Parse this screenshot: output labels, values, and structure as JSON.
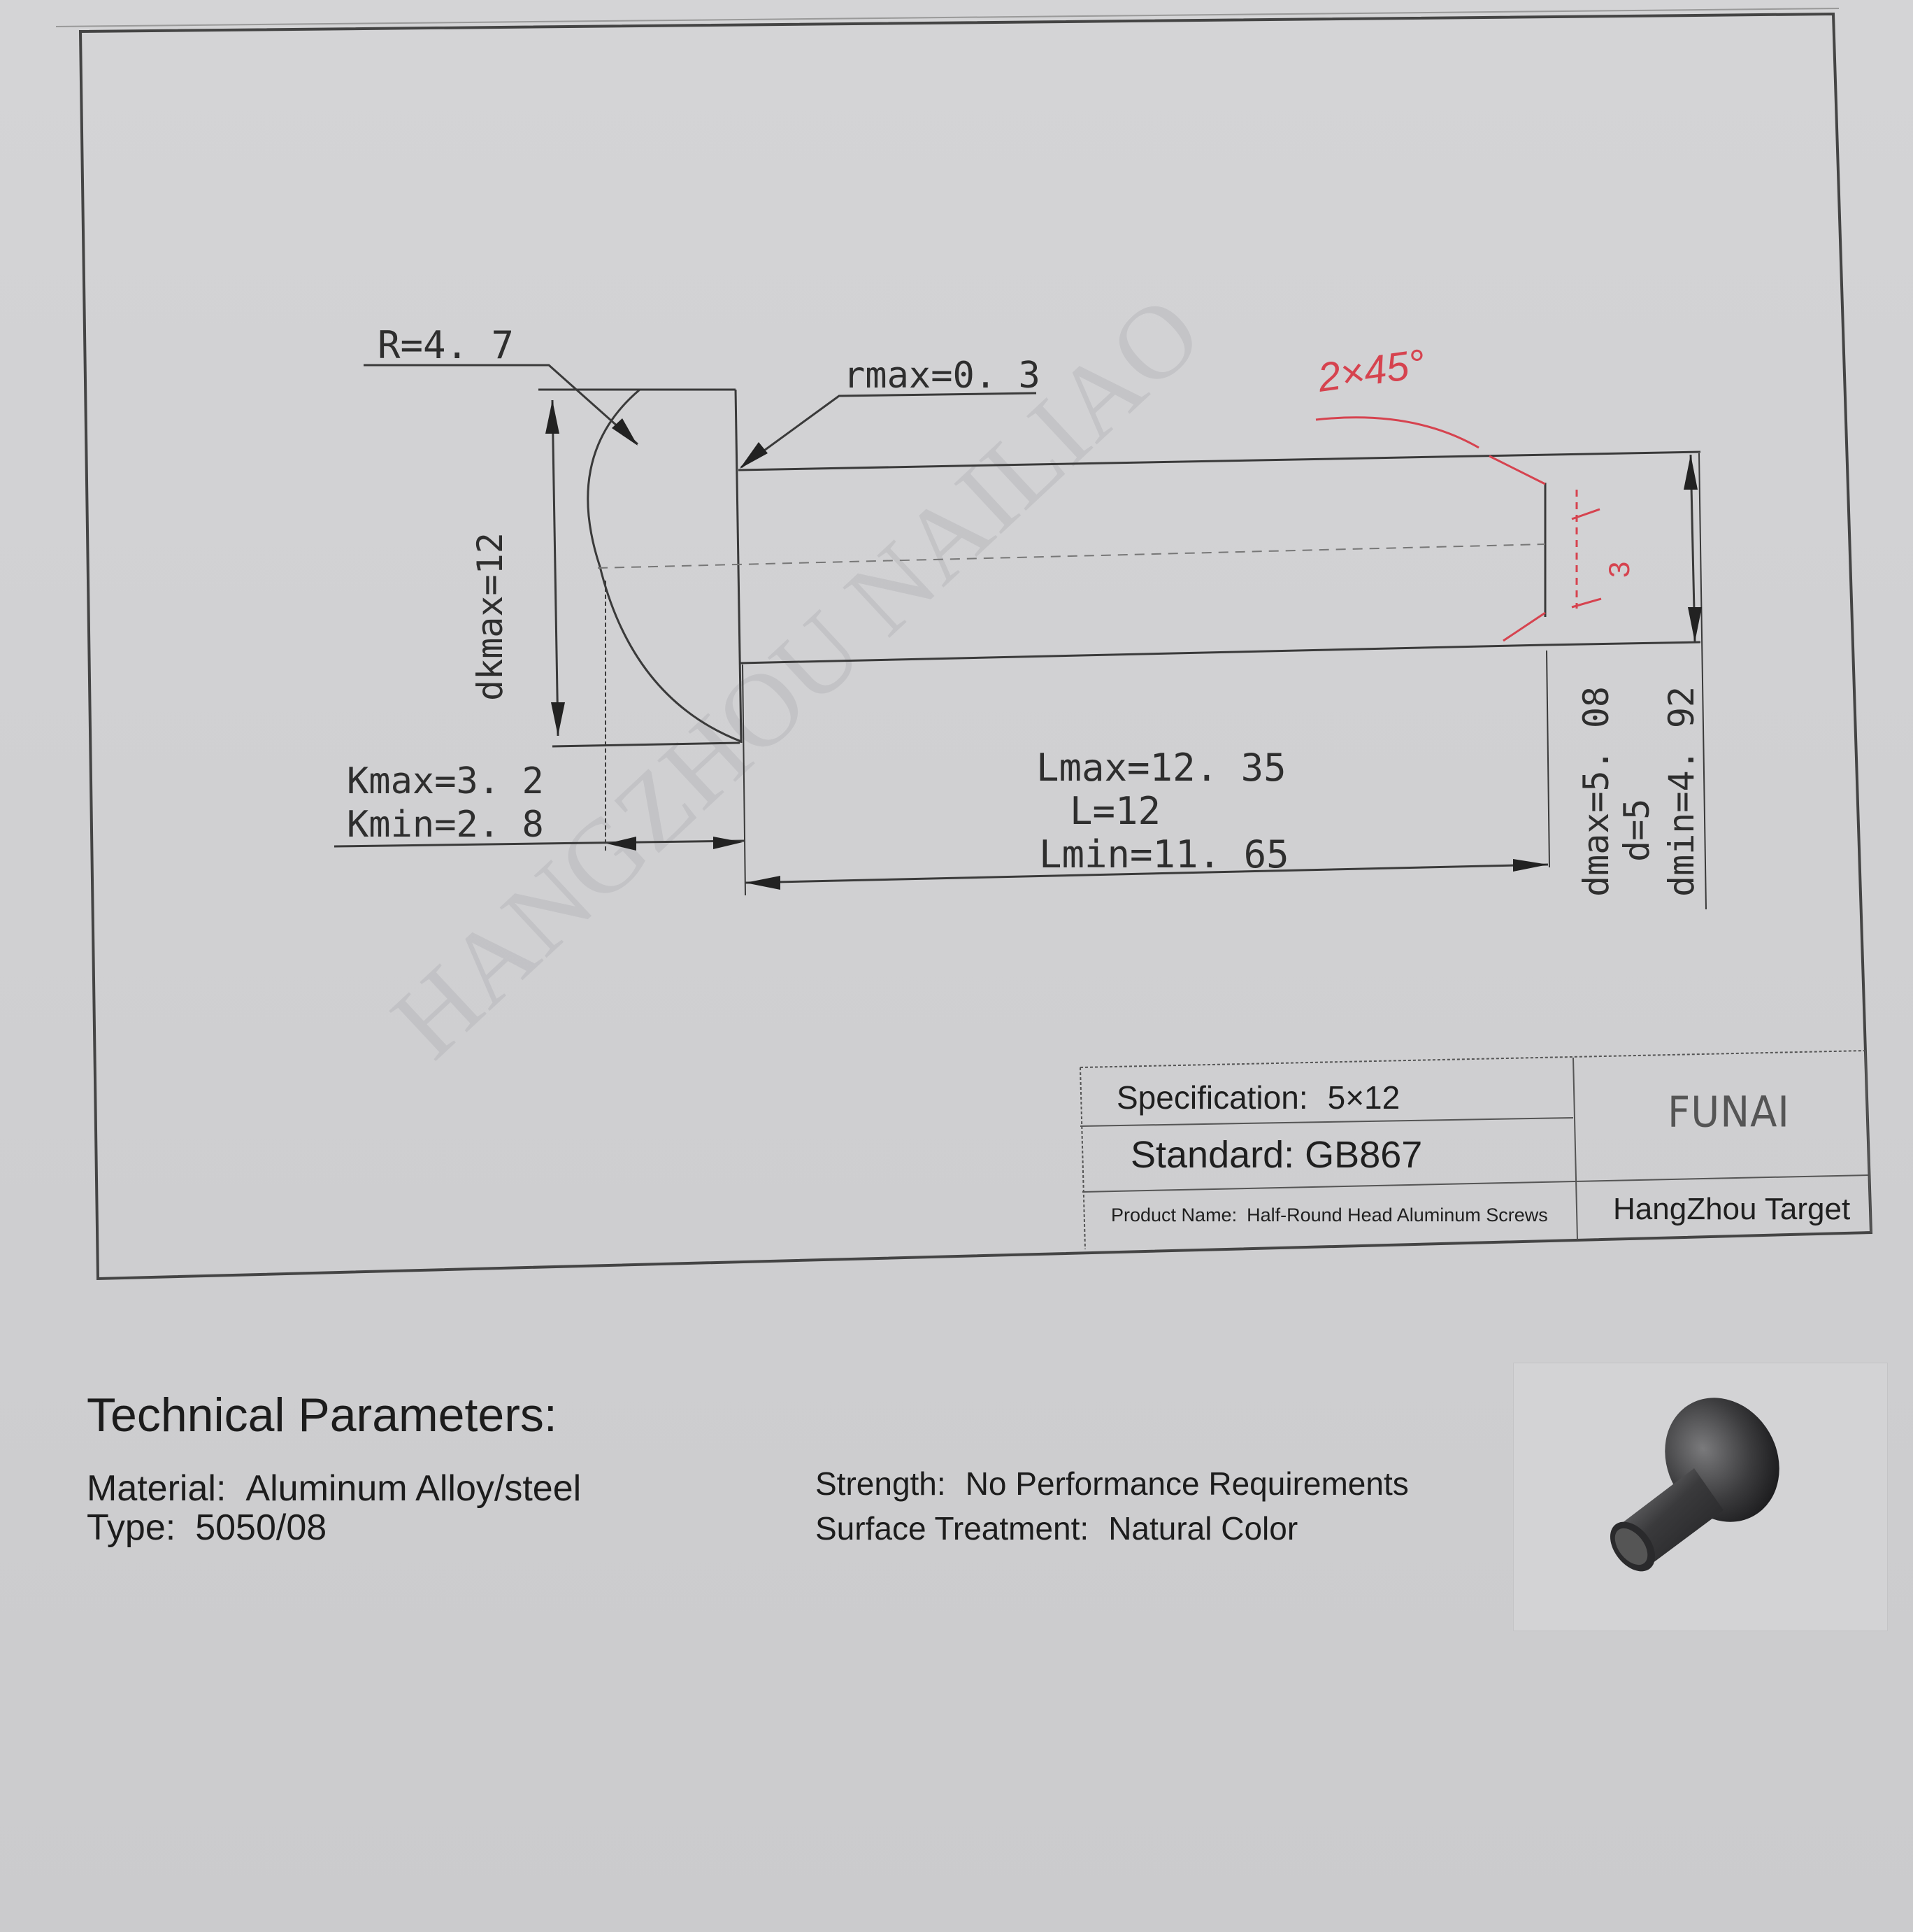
{
  "drawing": {
    "labels": {
      "R": "R=4. 7",
      "rmax": "rmax=0. 3",
      "dkmax": "dkmax=12",
      "kmax": "Kmax=3. 2",
      "kmin": "Kmin=2. 8",
      "lmax": "Lmax=12. 35",
      "l": "L=12",
      "lmin": "Lmin=11. 65",
      "dmax": "dmax=5. 08",
      "d": "d=5",
      "dmin": "dmin=4. 92",
      "chamfer_handwritten": "2×45°",
      "chamfer_len_handwritten": "3"
    },
    "watermark": "HANGZHOU NAILIAO",
    "colors": {
      "line": "#3a3a3a",
      "handwritten": "#d6434f",
      "watermark": "#b9b9bd"
    }
  },
  "title_block": {
    "specification_label": "Specification:",
    "specification_value": "5×12",
    "standard": "Standard: GB867",
    "product_name_label": "Product Name:",
    "product_name_value": "Half-Round Head Aluminum Screws",
    "brand": "FUNAI",
    "company": "HangZhou Target"
  },
  "technical_parameters": {
    "heading": "Technical Parameters:",
    "material_label": "Material:",
    "material_value": "Aluminum Alloy/steel",
    "type_label": "Type:",
    "type_value": "5050/08",
    "strength_label": "Strength:",
    "strength_value": "No Performance Requirements",
    "surface_label": "Surface Treatment:",
    "surface_value": "Natural Color"
  },
  "product_image": {
    "icon": "rivet-3d-icon"
  }
}
